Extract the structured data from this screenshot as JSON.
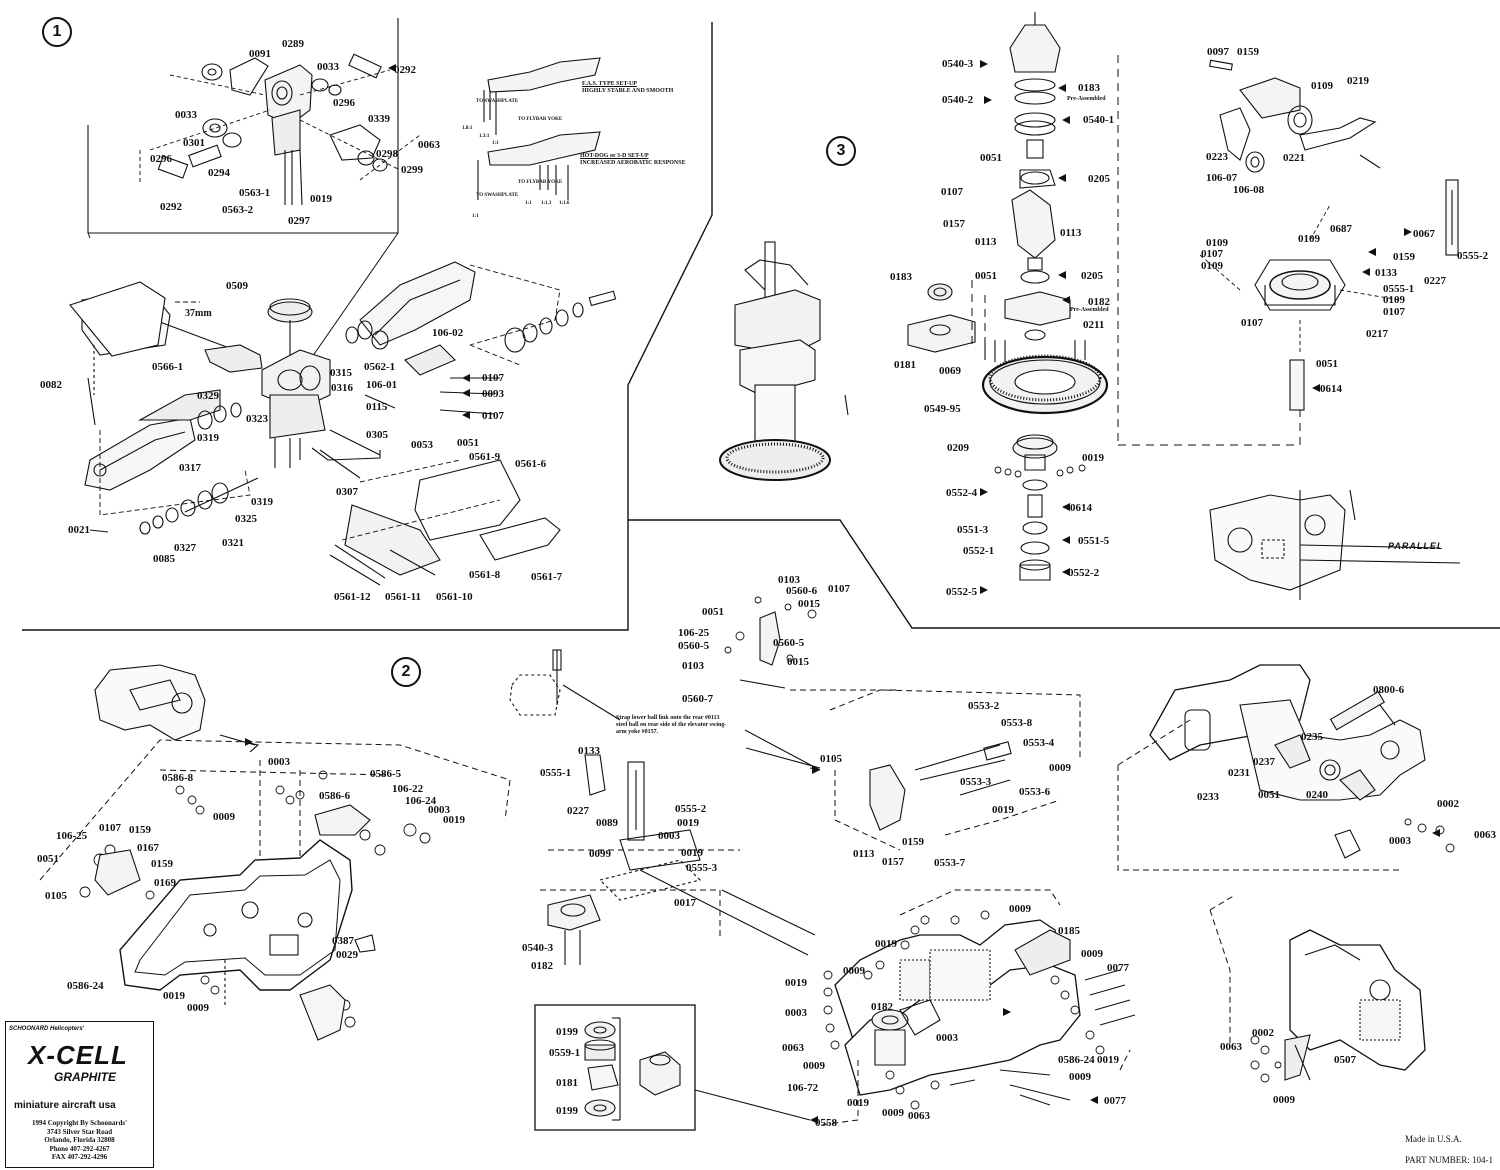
{
  "sections": [
    "1",
    "2",
    "3"
  ],
  "brand": {
    "maker": "SCHOONARD Helicopters'",
    "model": "X-CELL",
    "variant": "GRAPHITE",
    "company": "miniature aircraft usa",
    "copyright": "1994 Copyright By Schoonards'",
    "address1": "3743 Silver Star Road",
    "address2": "Orlando, Florida 32808",
    "phone": "Phone 407-292-4267",
    "fax": "FAX 407-292-4296"
  },
  "footer": {
    "made_in": "Made in U.S.A.",
    "part_number": "PART NUMBER: 104-1"
  },
  "notes": {
    "fas_title": "F.A.S. TYPE SET-UP",
    "fas_desc": "HIGHLY STABLE AND SMOOTH",
    "hotdog_title": "HOT-DOG or 3-D SET-UP",
    "hotdog_desc": "INCREASED AEROBATIC RESPONSE",
    "to_swashplate": "TO SWASHPLATE",
    "to_flybar_yoke": "TO FLYBAR YOKE",
    "ratio_18": "1.8:1",
    "ratio_13": "1.3:1",
    "ratio_11": "1:1",
    "ratio_113": "1:1.3",
    "ratio_116": "1:1.6",
    "dim_37": "37mm",
    "parallel": "PARALLEL",
    "pre_assembled": "Pre-Assembled",
    "strap": "Strap lower ball link onto the rear #0113 steel ball on rear side of the elevator swing-arm yoke #0157."
  },
  "parts": {
    "p0091": "0091",
    "p0289": "0289",
    "p0033a": "0033",
    "p0292a": "0292",
    "p0296a": "0296",
    "p0033b": "0033",
    "p0339": "0339",
    "p0301": "0301",
    "p0063a": "0063",
    "p0296b": "0296",
    "p0298": "0298",
    "p0294": "0294",
    "p0299": "0299",
    "p0563_1": "0563-1",
    "p0019a": "0019",
    "p0292b": "0292",
    "p0563_2": "0563-2",
    "p0297": "0297",
    "p0509": "0509",
    "p0566_1": "0566-1",
    "p0315": "0315",
    "p0316": "0316",
    "p0562_1": "0562-1",
    "p106_02": "106-02",
    "p106_01": "106-01",
    "p0107a": "0107",
    "p0093": "0093",
    "p0107b": "0107",
    "p0082": "0082",
    "p0329": "0329",
    "p0115": "0115",
    "p0323": "0323",
    "p0319a": "0319",
    "p0305": "0305",
    "p0053": "0053",
    "p0051a": "0051",
    "p0561_9": "0561-9",
    "p0317": "0317",
    "p0561_6": "0561-6",
    "p0307": "0307",
    "p0319b": "0319",
    "p0325": "0325",
    "p0021": "0021",
    "p0321": "0321",
    "p0327": "0327",
    "p0085": "0085",
    "p0561_8": "0561-8",
    "p0561_7": "0561-7",
    "p0561_12": "0561-12",
    "p0561_11": "0561-11",
    "p0561_10": "0561-10",
    "p0540_3a": "0540-3",
    "p0183a": "0183",
    "p0540_2": "0540-2",
    "p0540_1": "0540-1",
    "p0051b": "0051",
    "p0205a": "0205",
    "p0107c": "0107",
    "p0157a": "0157",
    "p0113a": "0113",
    "p0113b": "0113",
    "p0183b": "0183",
    "p0051c": "0051",
    "p0205b": "0205",
    "p0182a": "0182",
    "p0211": "0211",
    "p0181a": "0181",
    "p0069": "0069",
    "p0549_95": "0549-95",
    "p0209": "0209",
    "p0019b": "0019",
    "p0552_4": "0552-4",
    "p0614a": "0614",
    "p0551_3": "0551-3",
    "p0551_5": "0551-5",
    "p0552_1": "0552-1",
    "p0552_2": "0552-2",
    "p0552_5": "0552-5",
    "p0097": "0097",
    "p0159a": "0159",
    "p0109a": "0109",
    "p0219": "0219",
    "p0223": "0223",
    "p0221": "0221",
    "p106_07": "106-07",
    "p106_08": "106-08",
    "p0109b": "0109",
    "p0107d": "0107",
    "p0109c": "0109",
    "p0109d": "0109",
    "p0687": "0687",
    "p0067": "0067",
    "p0159b": "0159",
    "p0133a": "0133",
    "p0227a": "0227",
    "p0555_1a": "0555-1",
    "p0109e": "0109",
    "p0107e": "0107",
    "p0107f": "0107",
    "p0217": "0217",
    "p0051d": "0051",
    "p0614b": "0614",
    "p0555_2a": "0555-2",
    "p0103a": "0103",
    "p0560_6": "0560-6",
    "p0107g": "0107",
    "p0051e": "0051",
    "p0015a": "0015",
    "p106_25a": "106-25",
    "p0560_5a": "0560-5",
    "p0560_5b": "0560-5",
    "p0103b": "0103",
    "p0015b": "0015",
    "p0560_7": "0560-7",
    "p0133b": "0133",
    "p0555_1b": "0555-1",
    "p0227b": "0227",
    "p0555_2b": "0555-2",
    "p0089": "0089",
    "p0019c": "0019",
    "p0003a": "0003",
    "p0099": "0099",
    "p0019d": "0019",
    "p0555_3": "0555-3",
    "p0017": "0017",
    "p0540_3b": "0540-3",
    "p0182b": "0182",
    "p0553_2": "0553-2",
    "p0553_8": "0553-8",
    "p0553_4": "0553-4",
    "p0105a": "0105",
    "p0009a": "0009",
    "p0553_3": "0553-3",
    "p0553_6": "0553-6",
    "p0019e": "0019",
    "p0113c": "0113",
    "p0157b": "0157",
    "p0159c": "0159",
    "p0553_7": "0553-7",
    "p0800_6": "0800-6",
    "p0235": "0235",
    "p0237": "0237",
    "p0231": "0231",
    "p0051f": "0051",
    "p0233": "0233",
    "p0240": "0240",
    "p0002a": "0002",
    "p0063b": "0063",
    "p0003b": "0003",
    "p0586_8": "0586-8",
    "p0003c": "0003",
    "p0586_5": "0586-5",
    "p0586_6": "0586-6",
    "p0009b": "0009",
    "p106_22": "106-22",
    "p106_24": "106-24",
    "p0003d": "0003",
    "p0019f": "0019",
    "p106_25b": "106-25",
    "p0107h": "0107",
    "p0159d": "0159",
    "p0167": "0167",
    "p0051g": "0051",
    "p0159e": "0159",
    "p0169": "0169",
    "p0105b": "0105",
    "p0387": "0387",
    "p0029": "0029",
    "p0586_24a": "0586-24",
    "p0019g": "0019",
    "p0009c": "0009",
    "p0199a": "0199",
    "p0559_1": "0559-1",
    "p0181b": "0181",
    "p0199b": "0199",
    "p0558": "0558",
    "p0009d": "0009",
    "p0185": "0185",
    "p0019h": "0019",
    "p0019i": "0019",
    "p0009e": "0009",
    "p0003e": "0003",
    "p0182c": "0182",
    "p0009f": "0009",
    "p0077a": "0077",
    "p0063c": "0063",
    "p0003f": "0003",
    "p0019j": "0019",
    "p0586_24b": "0586-24",
    "p0009g": "0009",
    "p106_72": "106-72",
    "p0019k": "0019",
    "p0009h": "0009",
    "p0063d": "0063",
    "p0077b": "0077",
    "p0009i": "0009",
    "p0002b": "0002",
    "p0063e": "0063",
    "p0507": "0507",
    "p0009j": "0009"
  }
}
